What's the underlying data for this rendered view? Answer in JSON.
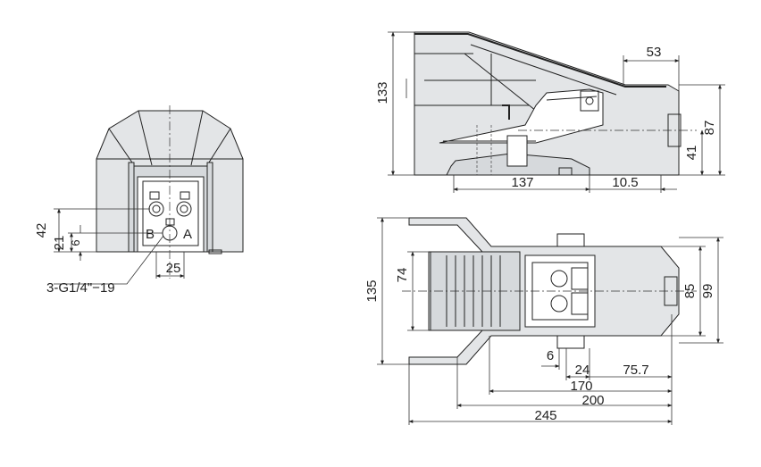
{
  "front_view": {
    "dims": {
      "d42": "42",
      "d21": "21",
      "d6": "6",
      "d25": "25"
    },
    "port_labels": {
      "b": "B",
      "a": "A"
    },
    "port_callout": "3-G1/4\"−19"
  },
  "side_view": {
    "dims": {
      "d133": "133",
      "d53": "53",
      "d87": "87",
      "d41": "41",
      "d137": "137",
      "d10_5": "10.5"
    }
  },
  "top_view": {
    "dims": {
      "d135": "135",
      "d74": "74",
      "d85": "85",
      "d99": "99",
      "d6": "6",
      "d24": "24",
      "d75_7": "75.7",
      "d170": "170",
      "d200": "200",
      "d245": "245"
    }
  }
}
